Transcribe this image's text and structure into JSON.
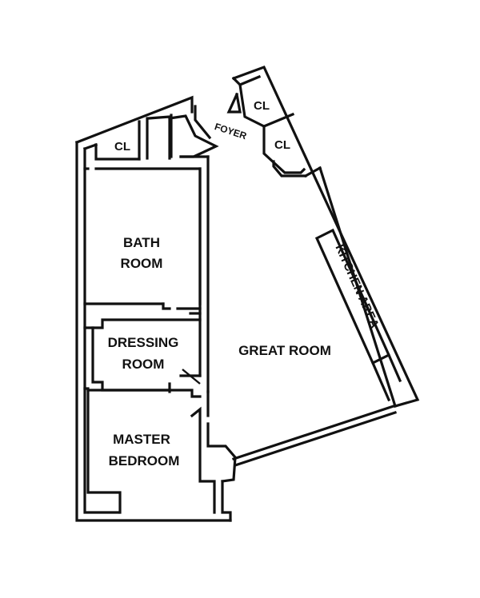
{
  "rooms": {
    "closet_left": "CL",
    "closet_top": "CL",
    "closet_mid": "CL",
    "foyer": "FOYER",
    "bath_line1": "BATH",
    "bath_line2": "ROOM",
    "dressing_line1": "DRESSING",
    "dressing_line2": "ROOM",
    "great_room": "GREAT ROOM",
    "kitchen": "KITCHEN AREA",
    "master_line1": "MASTER",
    "master_line2": "BEDROOM"
  }
}
